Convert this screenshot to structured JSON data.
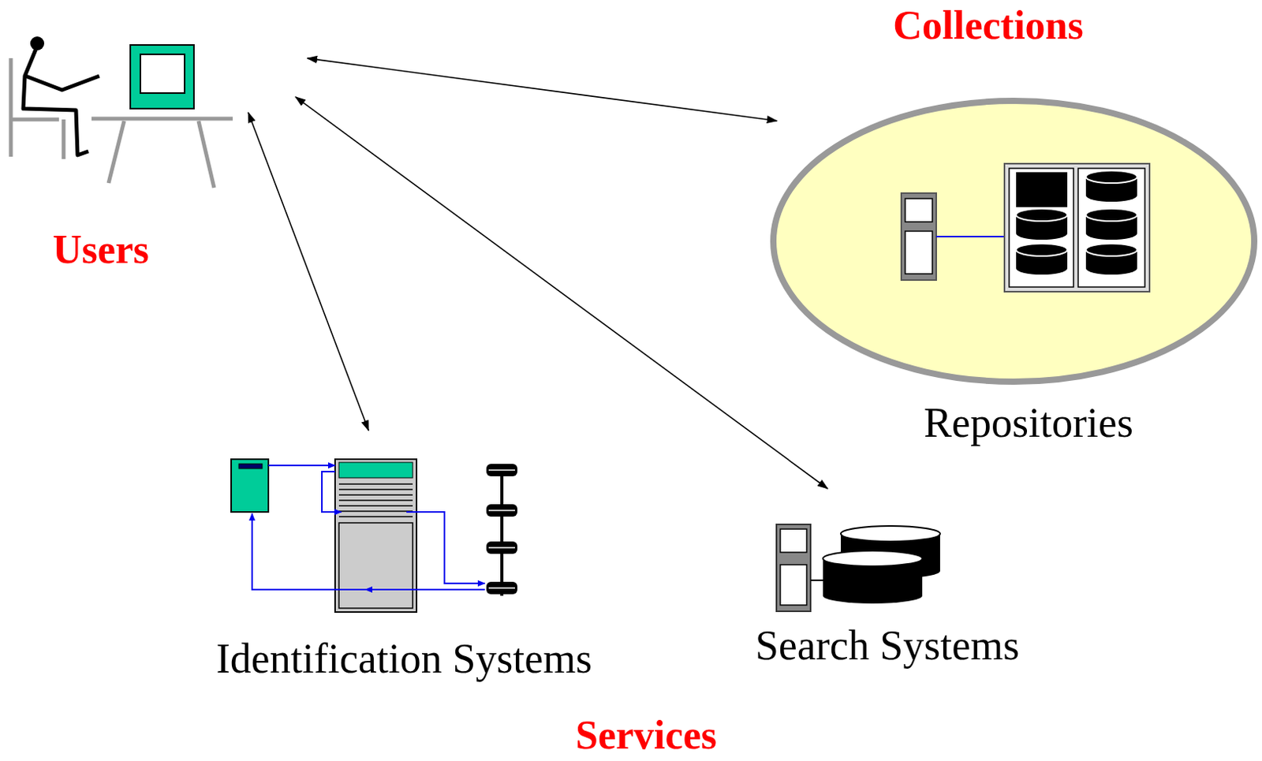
{
  "diagram": {
    "nodes": [
      {
        "text": [
          "Users"
        ]
      },
      {
        "text": [
          "Collections",
          "Repositories"
        ]
      },
      {
        "text": [
          "Identification Systems"
        ]
      },
      {
        "text": [
          "Search Systems"
        ]
      }
    ],
    "edges": [
      {
        "from": 0,
        "to": 1,
        "arrow": "both"
      },
      {
        "from": 0,
        "to": 2,
        "arrow": "both"
      },
      {
        "from": 0,
        "to": 3,
        "arrow": "both"
      }
    ],
    "labels": [
      "Services"
    ]
  }
}
